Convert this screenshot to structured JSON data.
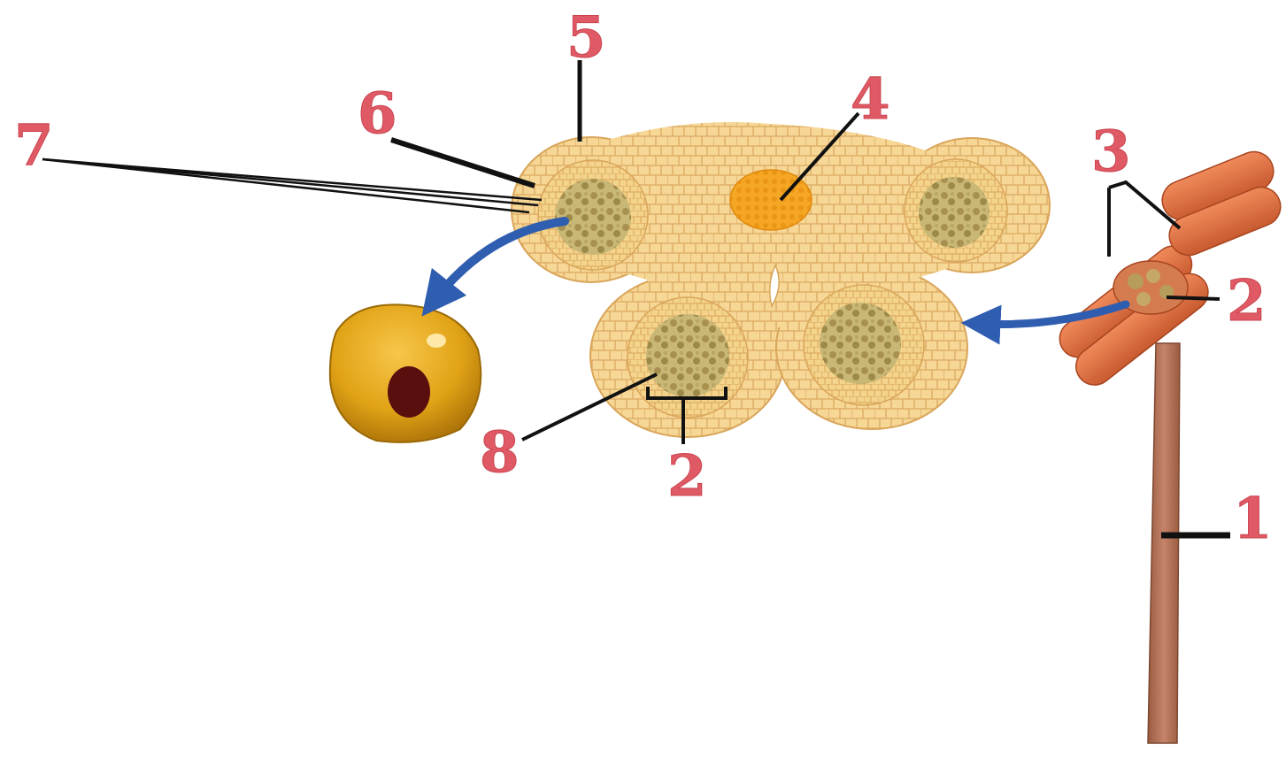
{
  "diagram": {
    "labels": {
      "l1": "1",
      "l2_anther": "2",
      "l2_sac": "2",
      "l3": "3",
      "l4": "4",
      "l5": "5",
      "l6": "6",
      "l7": "7",
      "l8": "8"
    },
    "colors": {
      "label": "#e05a66",
      "leader": "#111111",
      "arrow": "#2f5db0",
      "tissue": "#f3d08c",
      "cell_border": "#d9a85c",
      "connective": "#f2a21e",
      "sporogenous": "#b7a35a",
      "anther": "#e07a4a",
      "filament": "#b07050",
      "pollen": "#e1a316",
      "nucleus": "#5a0f0f"
    }
  }
}
